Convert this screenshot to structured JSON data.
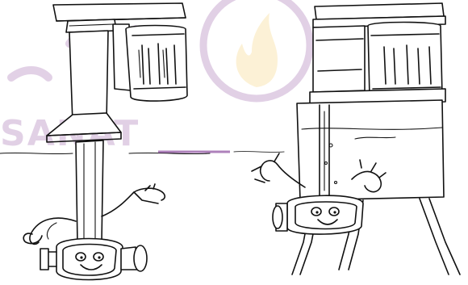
{
  "watermark": {
    "latin_text": "SANAT",
    "color": "#7a2e8e",
    "flame_color": "#f3c44a"
  },
  "colors": {
    "ink": "#111111",
    "water_line": "#7a2e8e",
    "background": "#ffffff"
  },
  "icons": {
    "left": "shaft-pump-with-face",
    "right": "tank-pump-with-face"
  }
}
